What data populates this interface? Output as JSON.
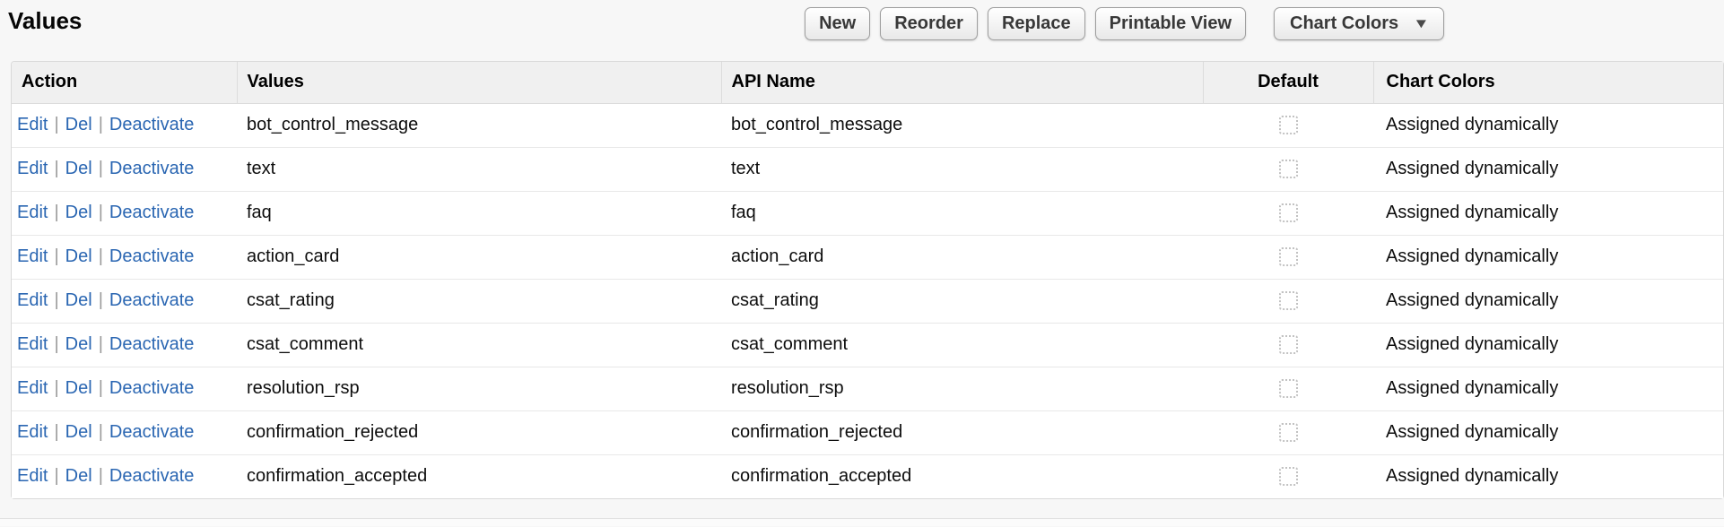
{
  "page": {
    "title": "Values"
  },
  "toolbar": {
    "buttons": [
      "New",
      "Reorder",
      "Replace",
      "Printable View"
    ],
    "dropdown_label": "Chart Colors",
    "dropdown_arrow": "▼"
  },
  "table": {
    "columns": [
      "Action",
      "Values",
      "API Name",
      "Default",
      "Chart Colors"
    ],
    "action_links": [
      "Edit",
      "Del",
      "Deactivate"
    ],
    "link_separator": "|",
    "rows": [
      {
        "value": "bot_control_message",
        "api_name": "bot_control_message",
        "default_checked": false,
        "chart_colors": "Assigned dynamically"
      },
      {
        "value": "text",
        "api_name": "text",
        "default_checked": false,
        "chart_colors": "Assigned dynamically"
      },
      {
        "value": "faq",
        "api_name": "faq",
        "default_checked": false,
        "chart_colors": "Assigned dynamically"
      },
      {
        "value": "action_card",
        "api_name": "action_card",
        "default_checked": false,
        "chart_colors": "Assigned dynamically"
      },
      {
        "value": "csat_rating",
        "api_name": "csat_rating",
        "default_checked": false,
        "chart_colors": "Assigned dynamically"
      },
      {
        "value": "csat_comment",
        "api_name": "csat_comment",
        "default_checked": false,
        "chart_colors": "Assigned dynamically"
      },
      {
        "value": "resolution_rsp",
        "api_name": "resolution_rsp",
        "default_checked": false,
        "chart_colors": "Assigned dynamically"
      },
      {
        "value": "confirmation_rejected",
        "api_name": "confirmation_rejected",
        "default_checked": false,
        "chart_colors": "Assigned dynamically"
      },
      {
        "value": "confirmation_accepted",
        "api_name": "confirmation_accepted",
        "default_checked": false,
        "chart_colors": "Assigned dynamically"
      }
    ]
  },
  "colors": {
    "link": "#2a66b2",
    "header_bg": "#f0f0f0",
    "page_bg": "#f7f7f7",
    "row_bg": "#ffffff",
    "button_text": "#383838"
  }
}
